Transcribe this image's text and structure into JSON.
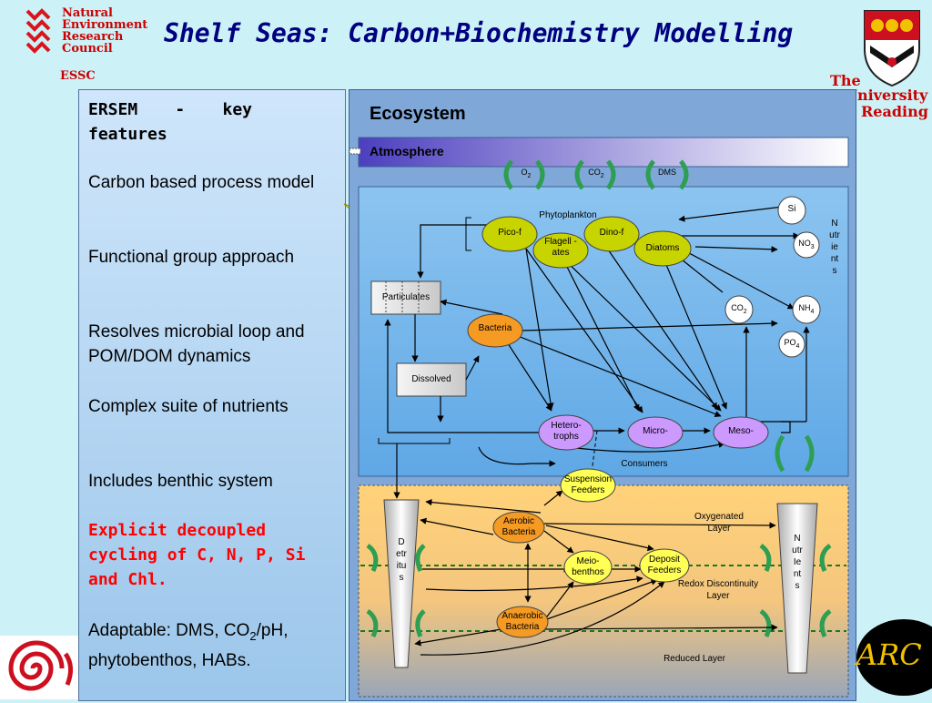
{
  "title": "Shelf Seas: Carbon+Biochemistry Modelling",
  "nerc": {
    "lines": [
      "Natural",
      "Environment",
      "Research",
      "Council"
    ],
    "essc": "ESSC",
    "icon": "nerc-logo-icon"
  },
  "reading": {
    "lines": [
      "The",
      "University",
      "Reading"
    ],
    "icon": "reading-crest-icon"
  },
  "left_panel": {
    "heading": "ERSEM - key features",
    "items": [
      "Carbon based process model",
      "Functional group approach",
      "Resolves microbial loop and POM/DOM dynamics",
      "Complex suite of nutrients",
      "Includes benthic system"
    ],
    "highlight": "Explicit decoupled cycling of C, N, P, Si and Chl.",
    "last": {
      "pre": "Adaptable: DMS, CO",
      "sub": "2",
      "post": "/pH, phytobenthos, HABs."
    }
  },
  "diagram": {
    "title": "Ecosystem",
    "atmosphere": "Atmosphere",
    "gases": [
      "O",
      "CO",
      "DMS"
    ],
    "gas_subs": [
      "2",
      "2",
      ""
    ],
    "phytoplankton": "Phytoplankton",
    "pico": "Pico-f",
    "flagellates": "Flagell -ates",
    "dino": "Dino-f",
    "diatoms": "Diatoms",
    "particulates": "Particulates",
    "dissolved": "Dissolved",
    "bacteria": "Bacteria",
    "heterotrophs": "Hetero- trophs",
    "micro": "Micro-",
    "meso": "Meso-",
    "consumers": "Consumers",
    "co2": {
      "base": "CO",
      "sub": "2"
    },
    "si": "Si",
    "no3": {
      "base": "NO",
      "sub": "3"
    },
    "nh4": {
      "base": "NH",
      "sub": "4"
    },
    "po4": {
      "base": "PO",
      "sub": "4"
    },
    "nutrients_vertical": "Nutrients",
    "suspension": "Suspension Feeders",
    "aerobic": "Aerobic Bacteria",
    "meiobenthos": "Meio- benthos",
    "deposit": "Deposit Feeders",
    "anaerobic": "Anaerobic Bacteria",
    "detritus_vertical": "Detritus",
    "benthic_nutrients_vertical": "NutrIents",
    "oxygenated": "Oxygenated Layer",
    "redox": "Redox Discontinuity Layer",
    "reduced": "Reduced Layer"
  },
  "footer": {
    "arc": "ARC",
    "spiral_icon": "spiral-logo-icon"
  },
  "colors": {
    "background": "#ccf2f7",
    "title": "#000080",
    "accent_red": "#cc0000",
    "phyto": "#c8d400",
    "bacteria": "#f59a23",
    "consumer": "#cc99ff",
    "suspension": "#ffff55",
    "benthic": "#ffd27a",
    "pelagic": "#6fb2ea"
  }
}
